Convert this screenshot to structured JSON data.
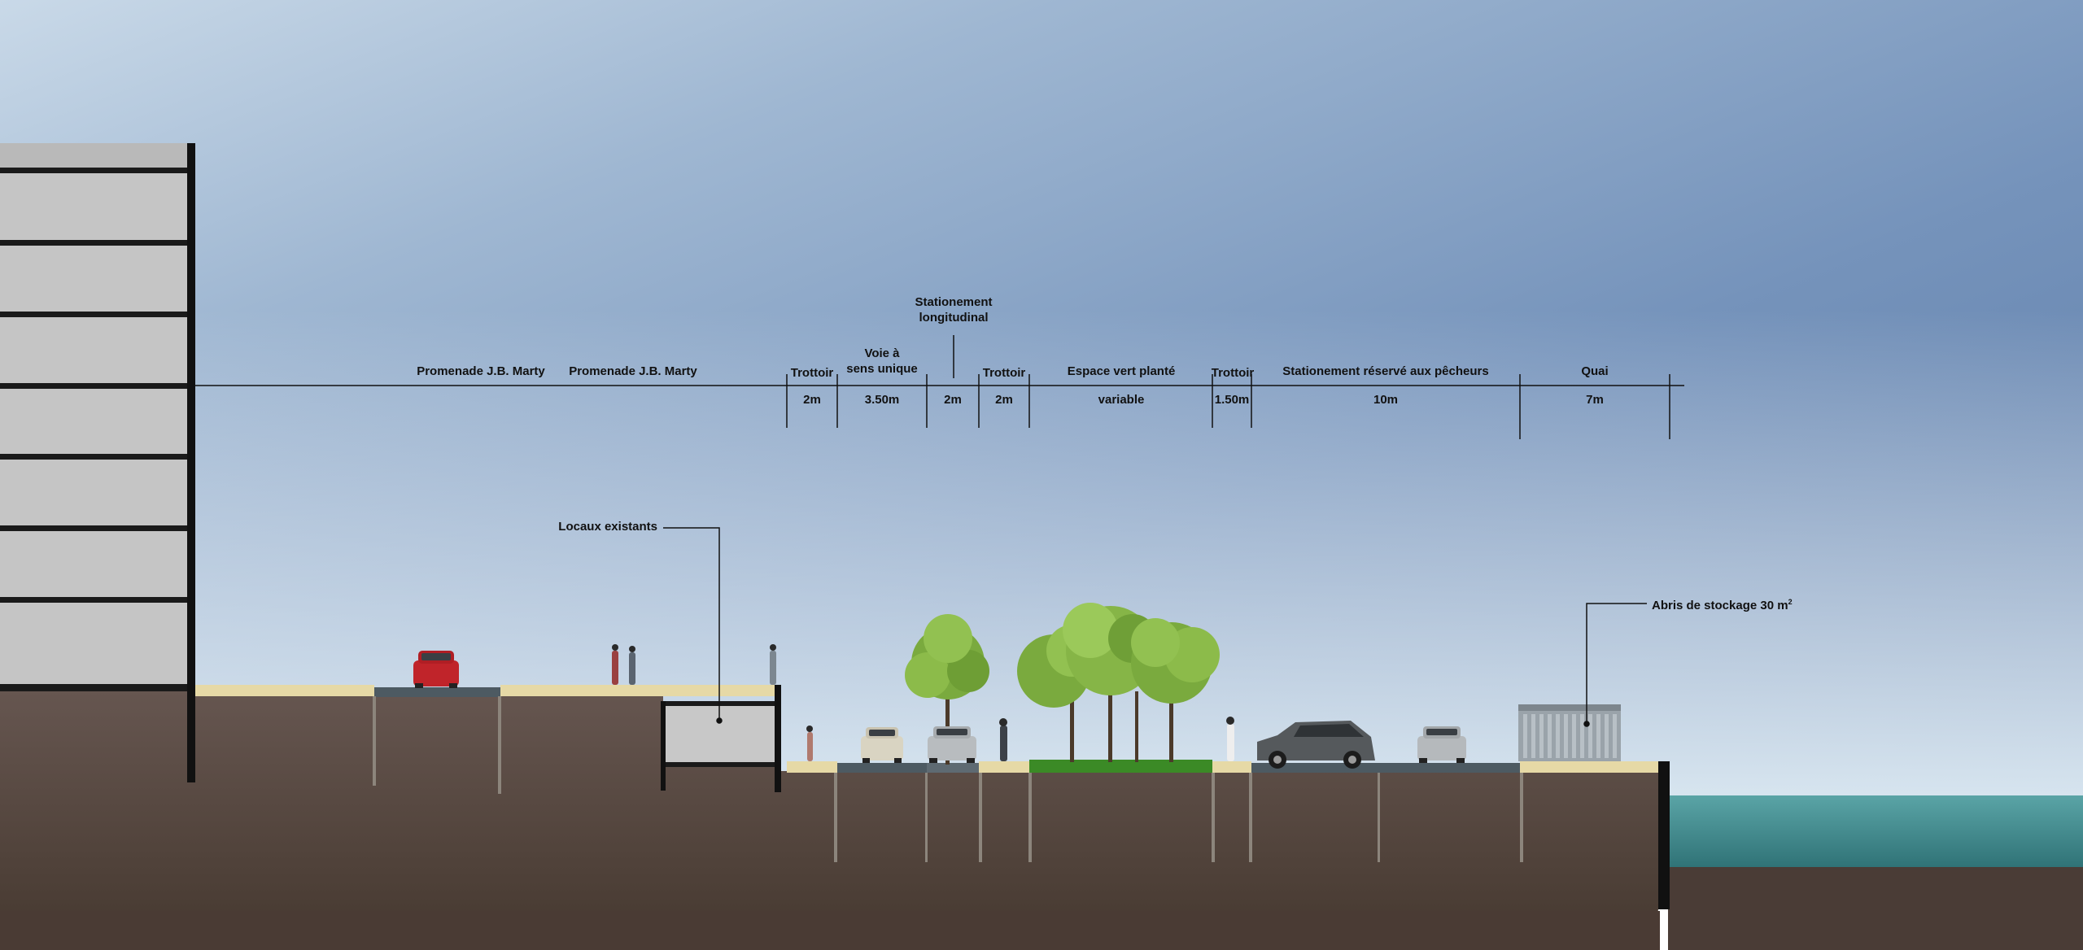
{
  "labels": {
    "promenade_1": "Promenade J.B. Marty",
    "promenade_2": "Promenade J.B. Marty",
    "trottoir_1": "Trottoir",
    "voie_line1": "Voie à",
    "voie_line2": "sens unique",
    "stationnement_line1": "Stationement",
    "stationnement_line2": "longitudinal",
    "trottoir_2": "Trottoir",
    "espace_vert": "Espace vert planté",
    "trottoir_3": "Trottoir",
    "stationnement_pecheurs": "Stationement réservé aux pêcheurs",
    "quai": "Quai",
    "locaux": "Locaux existants",
    "abris": "Abris de stockage 30 m",
    "abris_sup": "2"
  },
  "dimensions": {
    "trottoir_1": "2m",
    "voie": "3.50m",
    "stationnement": "2m",
    "trottoir_2": "2m",
    "espace_vert": "variable",
    "trottoir_3": "1.50m",
    "stationnement_pecheurs": "10m",
    "quai": "7m"
  },
  "colors": {
    "sky_top": "#5f7fa8",
    "sky_bottom": "#d8e8f3",
    "ground": "#5a4c46",
    "ground_dark": "#4a3d38",
    "pavement": "#e8dca8",
    "road": "#4a5860",
    "building": "#c6c6c6",
    "water": "#3f8f92",
    "grass": "#3d8a2a",
    "tree": "#7fae3f",
    "car_red": "#c0242a",
    "line": "#111111"
  }
}
